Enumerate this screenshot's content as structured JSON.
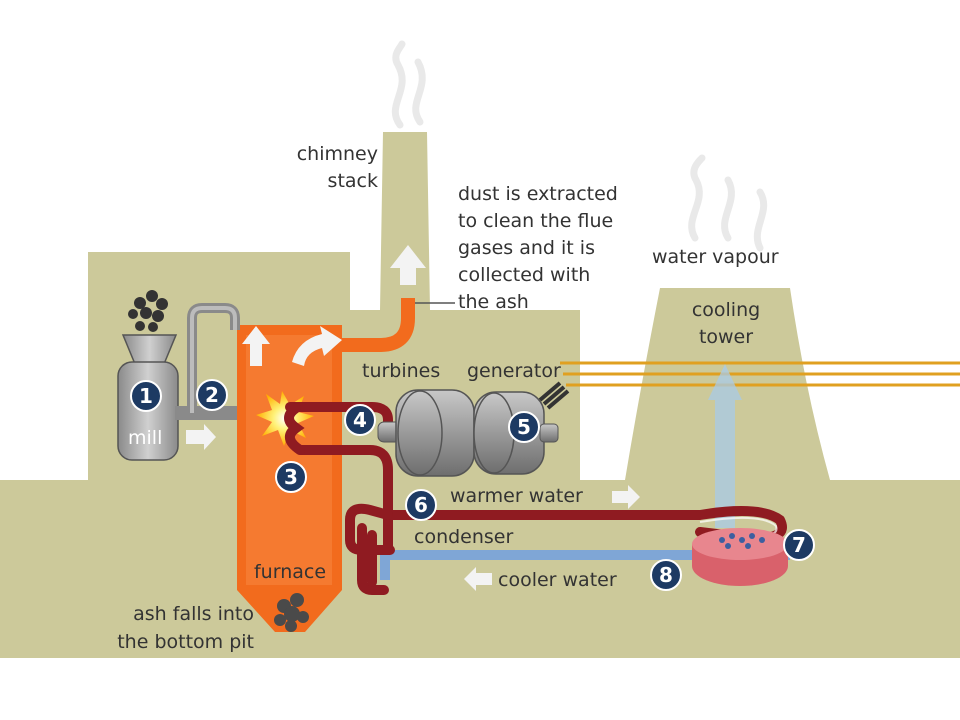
{
  "labels": {
    "chimney": [
      "chimney",
      "stack"
    ],
    "dust": [
      "dust is extracted",
      "to clean the flue",
      "gases and it is",
      "collected with",
      "the ash"
    ],
    "water_vapour": "water vapour",
    "cooling_tower": [
      "cooling",
      "tower"
    ],
    "turbines": "turbines",
    "generator": "generator",
    "mill": "mill",
    "furnace": "furnace",
    "ash": [
      "ash falls into",
      "the bottom pit"
    ],
    "warmer_water": "warmer water",
    "condenser": "condenser",
    "cooler_water": "cooler water"
  },
  "steps": [
    "1",
    "2",
    "3",
    "4",
    "5",
    "6",
    "7",
    "8"
  ],
  "colors": {
    "background": "#ccc99a",
    "furnace": "#f26b1d",
    "pipe_steam": "#8f1b21",
    "pipe_cool": "#7fa6d6",
    "marker": "#1d3a63",
    "machine": "#9a9a9a",
    "power_line": "#e0a020"
  }
}
